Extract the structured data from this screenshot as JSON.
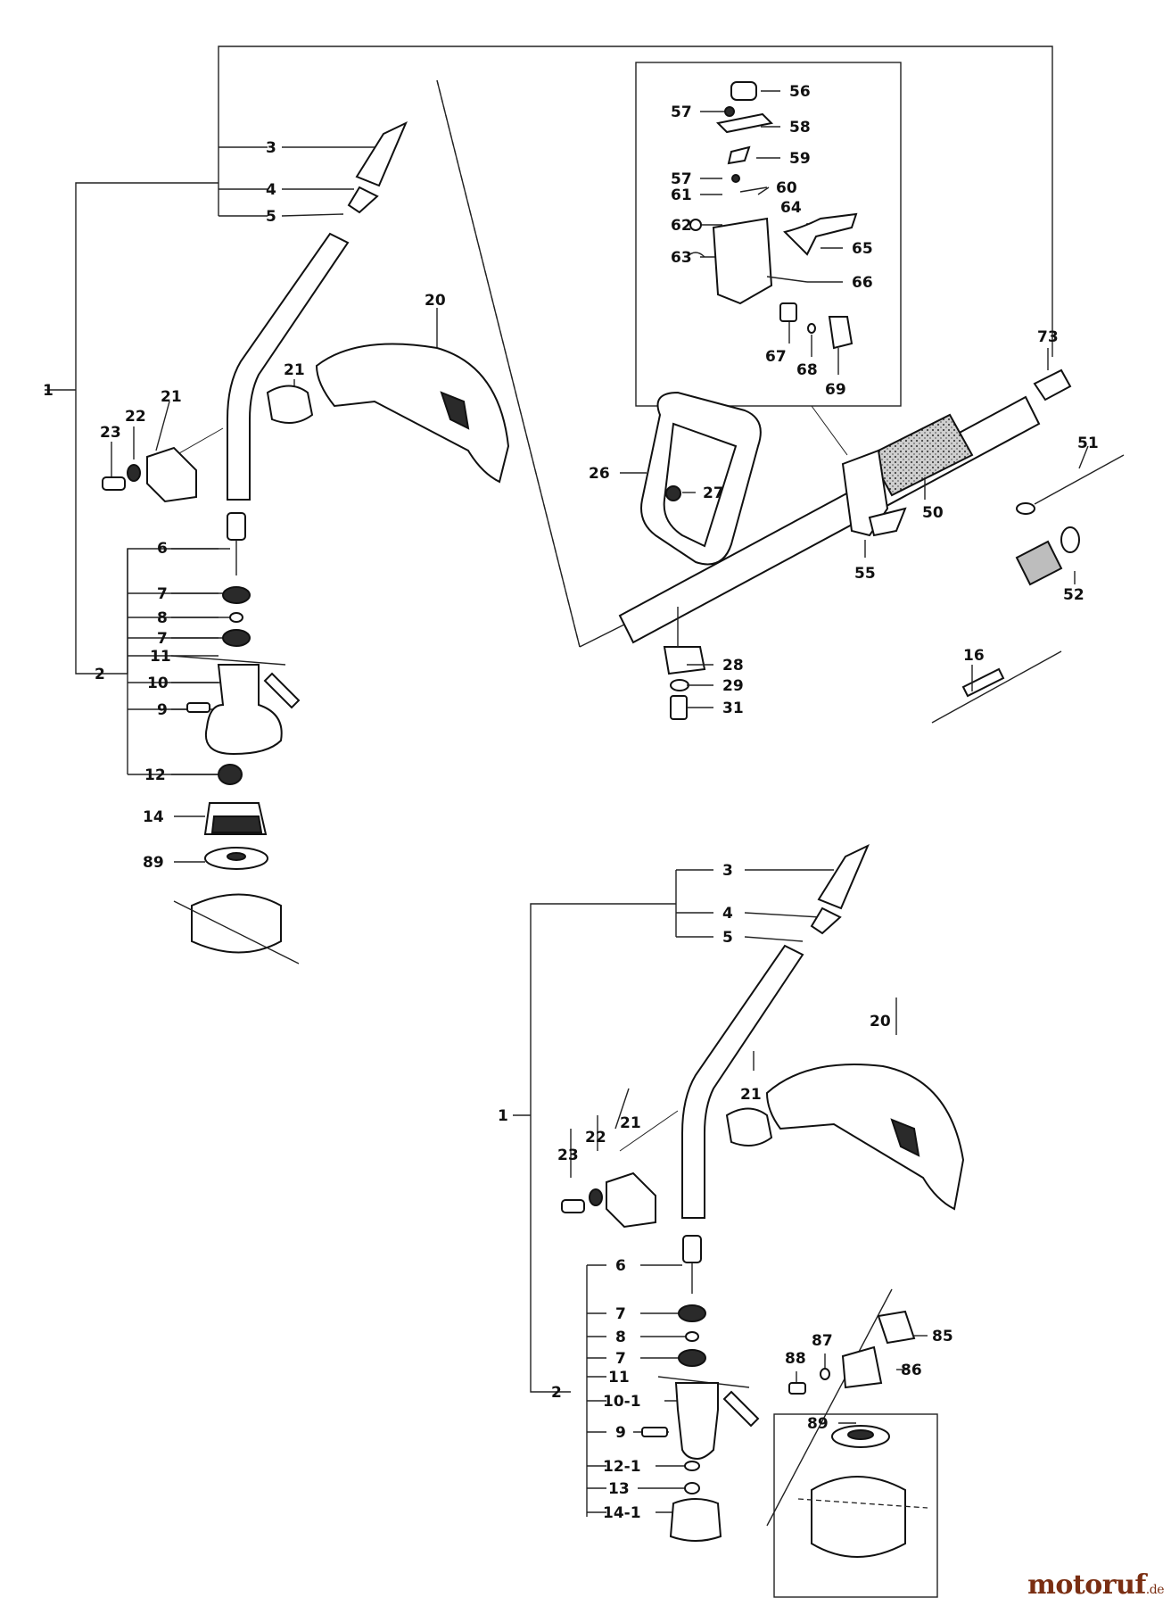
{
  "watermark": {
    "brand": "motoruf",
    "suffix": ".de"
  },
  "labels": {
    "l3a": "3",
    "l4a": "4",
    "l5a": "5",
    "l1a": "1",
    "l2a": "2",
    "l20a": "20",
    "l21a": "21",
    "l21b": "21",
    "l22a": "22",
    "l23a": "23",
    "l6a": "6",
    "l7a": "7",
    "l8a": "8",
    "l7b": "7",
    "l11a": "11",
    "l10a": "10",
    "l9a": "9",
    "l12a": "12",
    "l14a": "14",
    "l89a": "89",
    "l56": "56",
    "l57a": "57",
    "l58": "58",
    "l59": "59",
    "l57b": "57",
    "l61": "61",
    "l60": "60",
    "l62": "62",
    "l64": "64",
    "l65": "65",
    "l63": "63",
    "l66": "66",
    "l67": "67",
    "l68": "68",
    "l69": "69",
    "l73": "73",
    "l26": "26",
    "l27": "27",
    "l50": "50",
    "l55": "55",
    "l51": "51",
    "l52": "52",
    "l28": "28",
    "l29": "29",
    "l31": "31",
    "l16": "16",
    "l3b": "3",
    "l4b": "4",
    "l5b": "5",
    "l1b": "1",
    "l2b": "2",
    "l20b": "20",
    "l21c": "21",
    "l21d": "21",
    "l22b": "22",
    "l23b": "23",
    "l6b": "6",
    "l7c": "7",
    "l8b": "8",
    "l7d": "7",
    "l11b": "11",
    "l10b": "10-1",
    "l9b": "9",
    "l12b": "12-1",
    "l13": "13",
    "l14b": "14-1",
    "l85": "85",
    "l86": "86",
    "l87": "87",
    "l88": "88",
    "l89b": "89"
  }
}
